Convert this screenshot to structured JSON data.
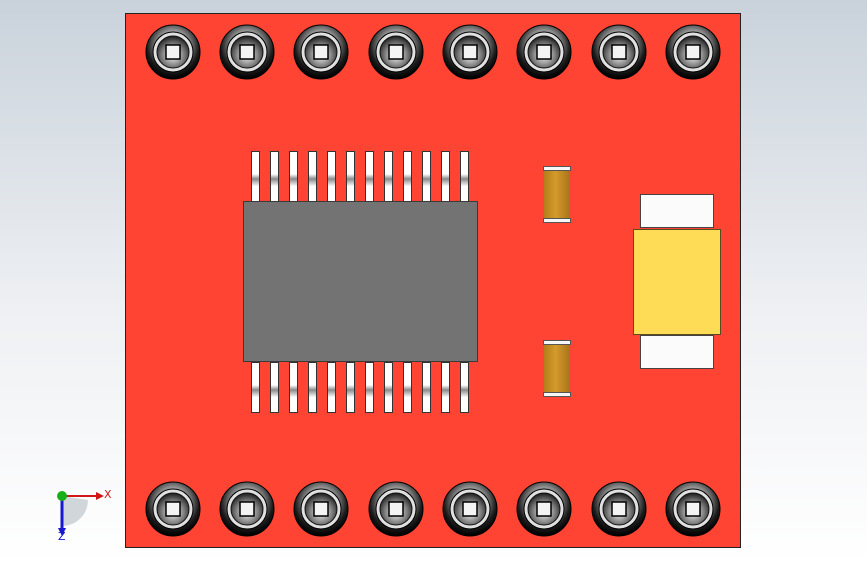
{
  "scene": {
    "board_color": "#ff4433",
    "ic_color": "#737373",
    "cap_color": "#d49a2a",
    "led_color": "#ffdc55",
    "pad_count_per_row": 8,
    "ic_pins_per_side": 12,
    "axis_triad": {
      "x_label": "X",
      "z_label": "Z",
      "x_color": "#d01818",
      "y_color": "#18b018",
      "z_color": "#1818d0"
    }
  }
}
